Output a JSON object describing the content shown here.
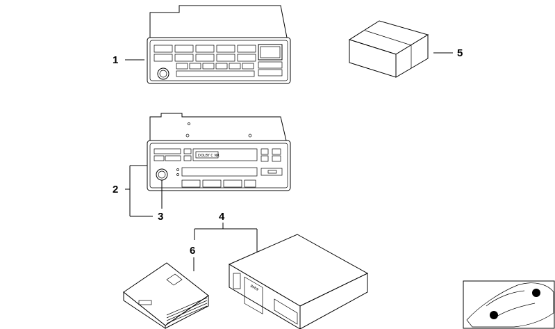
{
  "callouts": [
    {
      "id": "1",
      "label": "1"
    },
    {
      "id": "2",
      "label": "2"
    },
    {
      "id": "3",
      "label": "3"
    },
    {
      "id": "4",
      "label": "4"
    },
    {
      "id": "5",
      "label": "5"
    },
    {
      "id": "6",
      "label": "6"
    }
  ],
  "radio_cassette_label": "DOLBY C NR",
  "cd_changer_label": "BMW"
}
